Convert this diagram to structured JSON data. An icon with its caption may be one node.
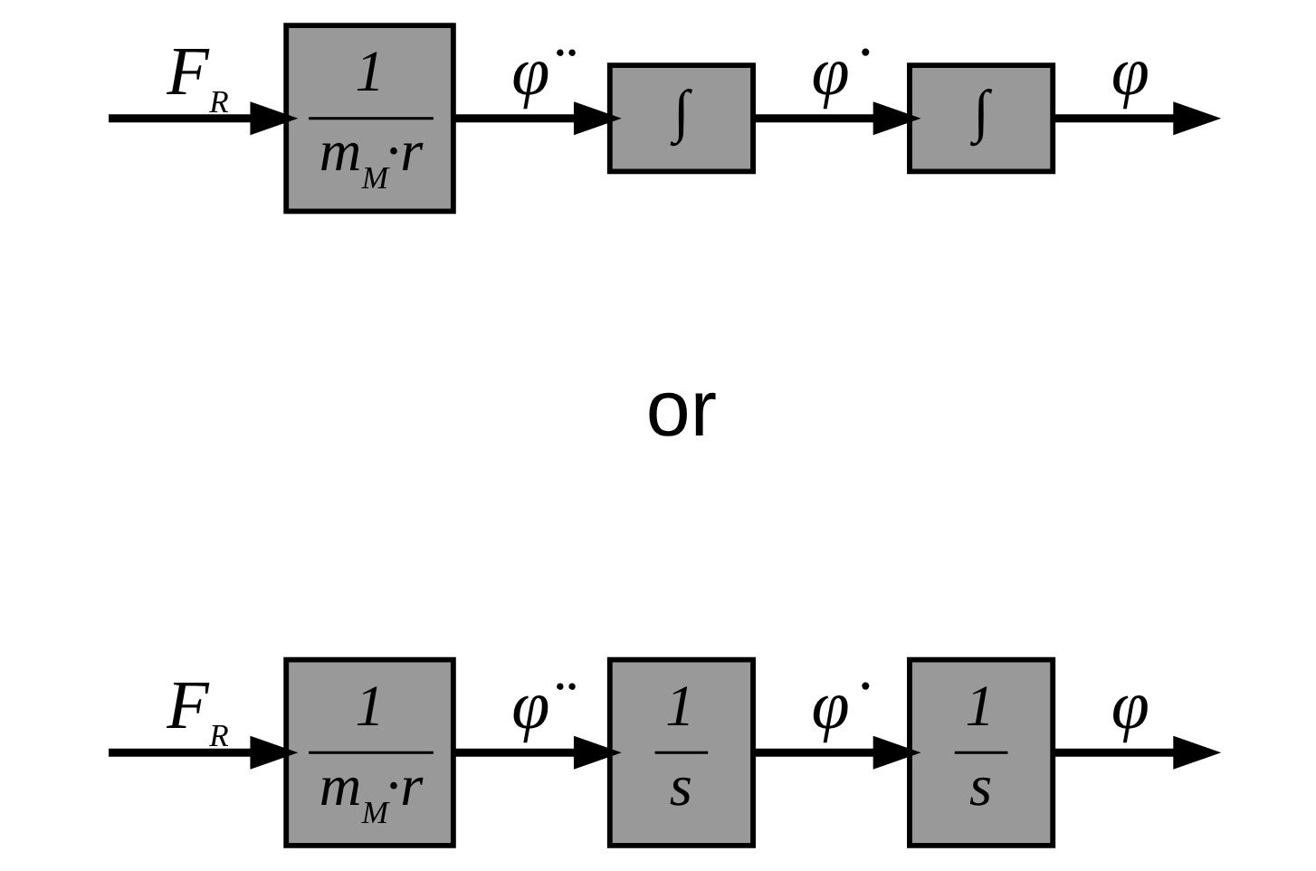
{
  "diagram": {
    "nodes": [
      {
        "text": [
          "1",
          "m$_{M}$·r"
        ]
      },
      {
        "text": [
          "∫"
        ]
      },
      {
        "text": [
          "∫"
        ]
      },
      {
        "text": [
          "1",
          "m$_{M}$·r"
        ]
      },
      {
        "text": [
          "1",
          "s"
        ]
      },
      {
        "text": [
          "1",
          "s"
        ]
      }
    ],
    "edges": [
      {
        "from": null,
        "to": 0,
        "arrow": "to",
        "label": "F$_{R}$"
      },
      {
        "from": 0,
        "to": 1,
        "arrow": "to",
        "label": "φ̈"
      },
      {
        "from": 1,
        "to": 2,
        "arrow": "to",
        "label": "φ̇"
      },
      {
        "from": 2,
        "to": null,
        "arrow": "to",
        "label": "φ"
      },
      {
        "from": null,
        "to": 3,
        "arrow": "to",
        "label": "F$_{R}$"
      },
      {
        "from": 3,
        "to": 4,
        "arrow": "to",
        "label": "φ̈"
      },
      {
        "from": 4,
        "to": 5,
        "arrow": "to",
        "label": "φ̇"
      },
      {
        "from": 5,
        "to": null,
        "arrow": "to",
        "label": "φ"
      }
    ],
    "labels": [
      "or"
    ]
  }
}
